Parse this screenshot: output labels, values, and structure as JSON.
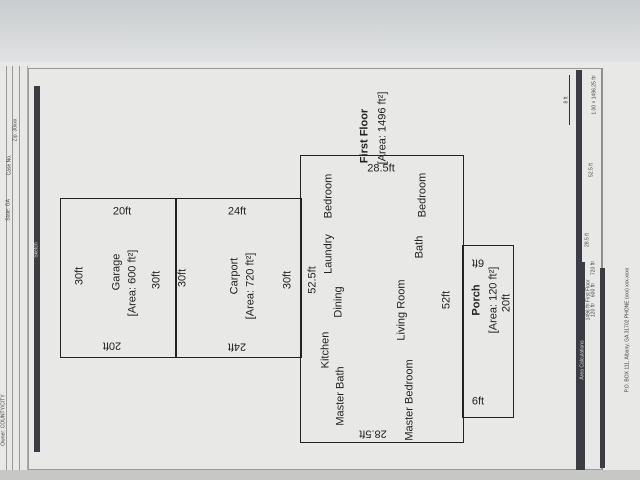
{
  "header": {
    "case_no_label": "Case No.",
    "state_label": "State: GA",
    "zip_label": "Zip: 30xxx",
    "owner_label": "Owner: COUNTY/CITY",
    "sketch_label": "Sketch"
  },
  "plan": {
    "garage": {
      "label": "Garage",
      "area": "[Area: 600 ft²]",
      "top": "20ft",
      "bottom": "20ft",
      "left": "30ft",
      "right": "30ft"
    },
    "carport": {
      "label": "Carport",
      "area": "[Area: 720 ft²]",
      "top": "24ft",
      "bottom": "24ft",
      "left": "30ft",
      "right": "30ft"
    },
    "first_floor": {
      "label": "First Floor",
      "area": "[Area: 1496 ft²]",
      "top": "28.5ft",
      "bottom": "28.5ft",
      "left": "52.5ft",
      "right": "52ft",
      "rooms": [
        "Bedroom",
        "Laundry",
        "Dining",
        "Kitchen",
        "Master Bath",
        "Bedroom",
        "Bath",
        "Living Room",
        "Master Bedroom"
      ]
    },
    "porch": {
      "label": "Porch",
      "area": "[Area: 120 ft²]",
      "top": "6ft",
      "bottom": "6ft",
      "right": "20ft"
    }
  },
  "summary": {
    "scale": "8 ft",
    "area_calc_label": "Area Calculations",
    "floor_line": "1496 ft² First Floor",
    "perim": "28.5 ft",
    "perim2": "52.5 ft",
    "calc": "1.00 × 1496.25 ft²",
    "items": [
      "720 ft²",
      "600 ft²",
      "120 ft²"
    ]
  },
  "footer": {
    "text": "P.O. BOX 111, Albany, GA 31702   PHONE (xxx) xxx-xxxx"
  }
}
